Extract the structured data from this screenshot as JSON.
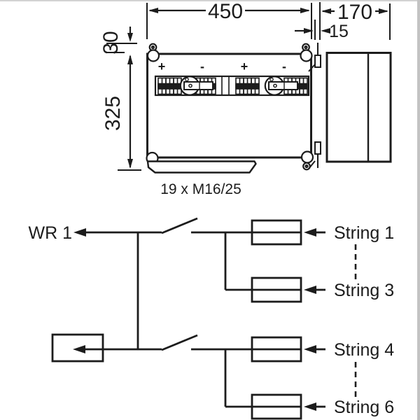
{
  "figure": {
    "dimension_labels": {
      "width": "450",
      "depth": "170",
      "rear_offset": "15",
      "hole_offset": "30",
      "height": "325"
    },
    "cable_gland_label": "19 x M16/25",
    "polarity": [
      "+",
      "-",
      "+",
      "-"
    ]
  },
  "schematic": {
    "inverter_label": "WR 1",
    "string_labels": [
      "String 1",
      "String 3",
      "String 4",
      "String 6"
    ]
  },
  "colors": {
    "line": "#1c1c1c",
    "background": "#ffffff",
    "edge_shadow": "#c3c3c3"
  }
}
